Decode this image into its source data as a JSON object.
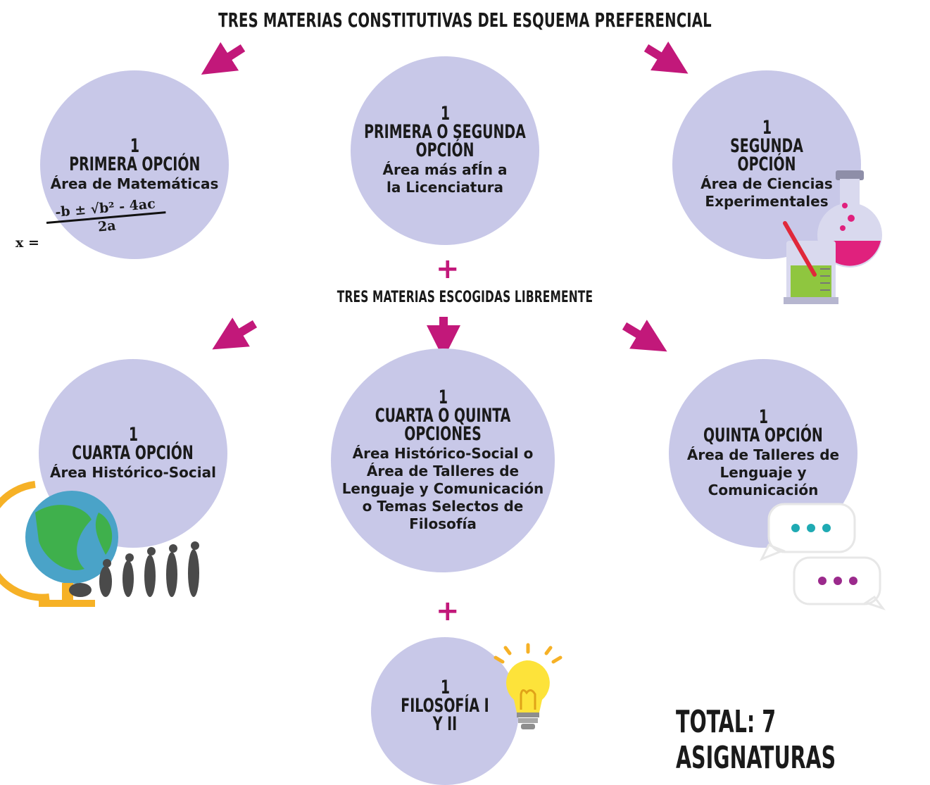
{
  "header": {
    "title": "TRES MATERIAS CONSTITUTIVAS DEL ESQUEMA PREFERENCIAL"
  },
  "middle": {
    "title": "TRES MATERIAS ESCOGIDAS LIBREMENTE"
  },
  "plus_symbol": "+",
  "accent_color": "#c2187a",
  "circle_color": "#c8c8e8",
  "nodes": {
    "primera": {
      "count": "1",
      "option": "PRIMERA OPCIÓN",
      "area": "Área de Matemáticas"
    },
    "primera_segunda": {
      "count": "1",
      "option": "PRIMERA O SEGUNDA OPCIÓN",
      "area": "Área más afÍn a la Licenciatura"
    },
    "segunda": {
      "count": "1",
      "option": "SEGUNDA OPCIÓN",
      "area": "Área de Ciencias Experimentales"
    },
    "cuarta": {
      "count": "1",
      "option": "CUARTA OPCIÓN",
      "area": "Área Histórico-Social"
    },
    "cuarta_quinta": {
      "count": "1",
      "option": "CUARTA O QUINTA OPCIONES",
      "area": "Área Histórico-Social o Área de Talleres de Lenguaje y Comunicación o Temas Selectos de Filosofía"
    },
    "quinta": {
      "count": "1",
      "option": "QUINTA OPCIÓN",
      "area": "Área de Talleres de Lenguaje y Comunicación"
    },
    "filosofia": {
      "count": "1",
      "option": "FILOSOFÍA I Y II"
    }
  },
  "formula": {
    "lhs": "x =",
    "numerator": "-b ± √b² - 4ac",
    "denominator": "2a"
  },
  "total": "TOTAL: 7 ASIGNATURAS",
  "icons": [
    "quadratic-formula-icon",
    "lab-flask-icon",
    "globe-evolution-icon",
    "chat-bubbles-icon",
    "lightbulb-icon"
  ]
}
